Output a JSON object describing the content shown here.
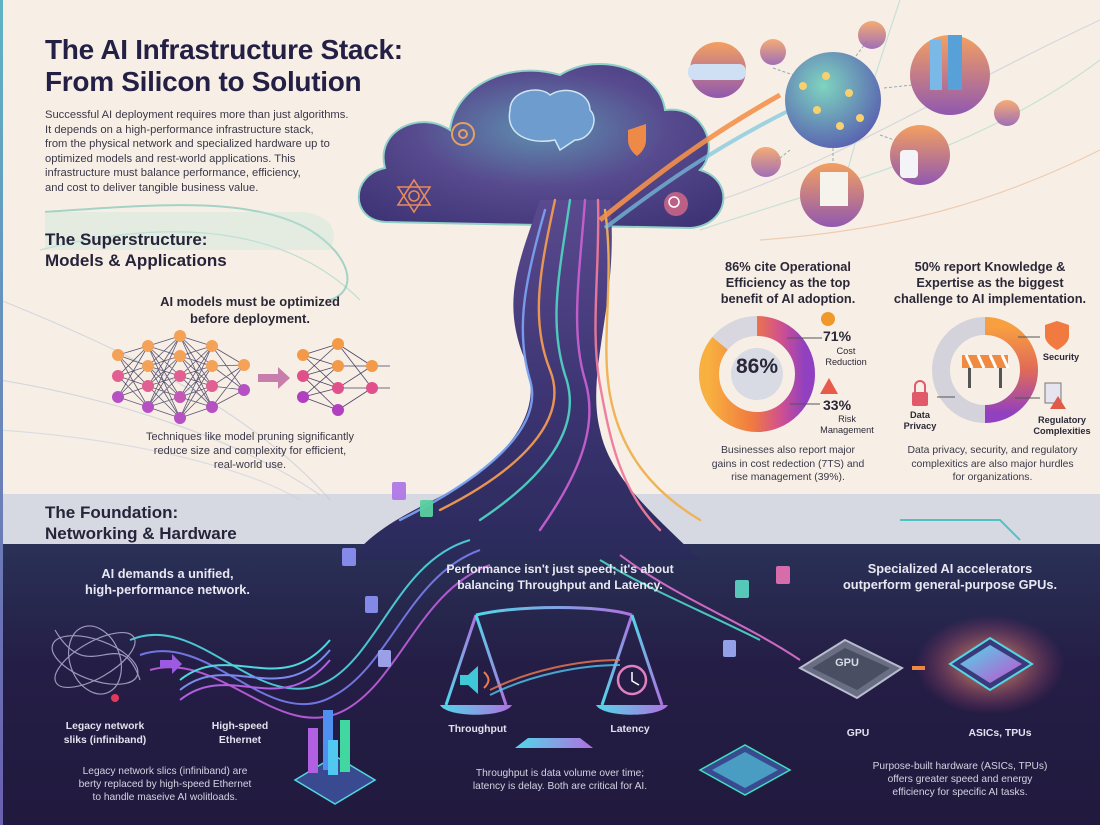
{
  "header": {
    "title": "The AI Infrastructure Stack:\nFrom Silicon to Solution",
    "intro": "Successful AI deployment requires more than just algorithms.\nIt depends on a high-performance infrastructure stack,\nfrom the physical network and specialized hardware up to\noptimized models and rest-world applications. This\ninfrastructure must balance performance, efficiency,\nand cost to deliver tangible business value."
  },
  "superstructure": {
    "heading": "The Superstructure:\nModels & Applications",
    "models": {
      "heading": "AI models must be optimized\nbefore deployment.",
      "caption": "Techniques like model pruning significantly\nreduce size and complexity for efficient,\nreal-world use.",
      "icons": [
        "dense-neural-network-icon",
        "arrow-right-icon",
        "pruned-neural-network-icon"
      ]
    },
    "cloud_icons": [
      "gear-icon",
      "brain-icon",
      "shield-icon",
      "network-star-icon",
      "search-magnifier-icon"
    ],
    "application_icons": [
      "car-icon",
      "globe-network-icon",
      "city-icon",
      "doctor-icon",
      "document-writing-icon",
      "lab-flask-icon",
      "calendar-icon",
      "hands-icon"
    ]
  },
  "benefits": {
    "heading": "86% cite Operational\nEfficiency as the top\nbenefit of AI adoption.",
    "center_value": "86%",
    "items": [
      {
        "pct": "71%",
        "label": "Cost\nReduction",
        "icon": "dollar-coin-icon"
      },
      {
        "pct": "33%",
        "label": "Risk\nManagement",
        "icon": "warning-triangle-icon"
      }
    ],
    "caption": "Businesses also report major\ngains in cost redection (7TS) and\nrise management (39%)."
  },
  "challenges": {
    "heading": "50% report Knowledge &\nExpertise as the biggest\nchallenge to AI implementation.",
    "items": [
      {
        "label": "Security",
        "icon": "shield-check-icon"
      },
      {
        "label": "Data\nPrivacy",
        "icon": "padlock-icon"
      },
      {
        "label": "Regulatory\nComplexities",
        "icon": "document-warning-icon"
      }
    ],
    "center_icon": "barrier-icon",
    "caption": "Data privacy, security, and regulatory\ncomplexitics are also major hurdles\nfor organizations."
  },
  "foundation": {
    "heading": "The Foundation:\nNetworking & Hardware",
    "network": {
      "heading": "AI demands a unified,\nhigh-performance network.",
      "legacy_label": "Legacy network\nsliks (infiniband)",
      "ethernet_label": "High-speed\nEthernet",
      "caption": "Legacy network slics (infiniband) are\nberty replaced by high-speed Ethernet\nto handle maseive AI wolitloads."
    },
    "performance": {
      "heading": "Performance isn't just speed; it's about\nbalancing Throughput and Latency.",
      "throughput_label": "Throughput",
      "latency_label": "Latency",
      "caption": "Throughput is data volume over time;\nlatency is delay. Both are critical for AI."
    },
    "accelerators": {
      "heading": "Specialized AI accelerators\noutperform general-purpose GPUs.",
      "gpu_chip_text": "GPU",
      "gpu_label": "GPU",
      "asic_label": "ASICs, TPUs",
      "caption": "Purpose-built hardware (ASICs, TPUs)\noffers greater speed and energy\nefficiency for specific AI tasks."
    }
  },
  "colors": {
    "light_bg": "#f7efe5",
    "dark_bg": "#241d45",
    "band": "#d7d9e2",
    "title": "#241f45",
    "orange": "#f59a3c",
    "magenta": "#c2479c",
    "purple": "#8a3fc0",
    "teal": "#3fc6c4",
    "gray_ring": "#d4d3dc"
  }
}
